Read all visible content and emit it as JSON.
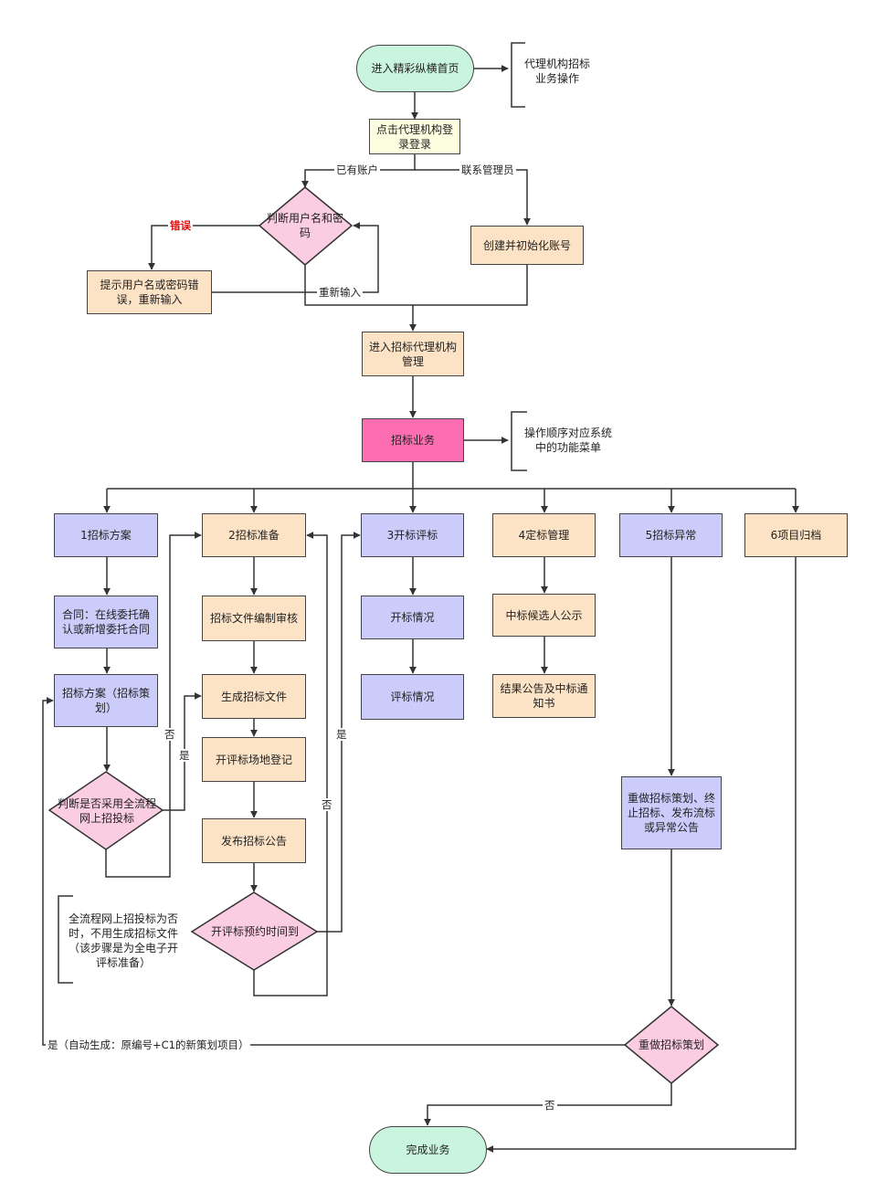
{
  "nodes": {
    "start": "进入精彩纵横首页",
    "note_agency": "代理机构招标业务操作",
    "click_login": "点击代理机构登录登录",
    "judge_user": "判断用户名和密码",
    "create_account": "创建并初始化账号",
    "error_prompt": "提示用户名或密码错误，重新输入",
    "enter_mgmt": "进入招标代理机构管理",
    "bid_business": "招标业务",
    "note_menu": "操作顺序对应系统中的功能菜单",
    "m1": "1招标方案",
    "m2": "2招标准备",
    "m3": "3开标评标",
    "m4": "4定标管理",
    "m5": "5招标异常",
    "m6": "6项目归档",
    "contract": "合同：在线委托确认或新增委托合同",
    "plan": "招标方案（招标策划）",
    "judge_online": "判断是否采用全流程网上招投标",
    "doc_review": "招标文件编制审核",
    "gen_doc": "生成招标文件",
    "venue": "开评标场地登记",
    "announce": "发布招标公告",
    "judge_time": "开评标预约时间到",
    "open_status": "开标情况",
    "eval_status": "评标情况",
    "candidate": "中标候选人公示",
    "result": "结果公告及中标通知书",
    "redo_options": "重做招标策划、终止招标、发布流标或异常公告",
    "redo_judge": "重做招标策划",
    "finish": "完成业务",
    "note_online": "全流程网上招投标为否时，不用生成招标文件（该步骤是为全电子开评标准备）"
  },
  "labels": {
    "has_account": "已有账户",
    "contact_admin": "联系管理员",
    "error": "错误",
    "reenter": "重新输入",
    "no": "否",
    "yes": "是",
    "auto_gen": "是（自动生成：原编号+C1的新策划项目）"
  },
  "colors": {
    "peach": "#fde3c5",
    "lavender": "#ccccfb",
    "mint": "#c9f5de",
    "cream": "#fdfde0",
    "pink_process": "#fd6db2",
    "pink_decision": "#fbcde3",
    "line": "#333333",
    "error_text": "#e01010"
  }
}
